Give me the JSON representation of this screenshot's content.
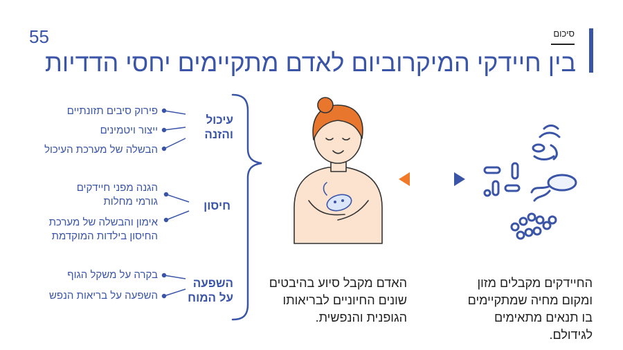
{
  "header": {
    "page_number": "55",
    "section_label": "סיכום",
    "title": "בין חיידקי המיקרוביום לאדם מתקיימים יחסי הדדיות"
  },
  "categories": [
    {
      "label": "עיכול והזנה",
      "items": [
        "פירוק סיבים תזונתיים",
        "ייצור ויטמינים",
        "הבשלה של מערכת העיכול"
      ]
    },
    {
      "label": "חיסון",
      "items": [
        "הגנה מפני חיידקים גורמי מחלות",
        "אימון והבשלה של מערכת החיסון בילדות המוקדמת"
      ]
    },
    {
      "label": "השפעה על המוח",
      "items": [
        "בקרה על משקל הגוף",
        "השפעה על בריאות הנפש"
      ]
    }
  ],
  "captions": {
    "human": "האדם מקבל סיוע בהיבטים שונים החיוניים לבריאותו הגופנית והנפשית.",
    "bacteria": "החיידקים מקבלים מזון ומקום מחיה שמתקיימים בו תנאים מתאימים לגידולם."
  },
  "colors": {
    "primary": "#3a55a8",
    "arrow_orange": "#f07a2a",
    "skin": "#fbe3cf",
    "hair": "#e8762d"
  },
  "icons": [
    "bacteria-cluster-icon",
    "mutual-arrow-icon",
    "person-hugging-microbe-icon"
  ]
}
